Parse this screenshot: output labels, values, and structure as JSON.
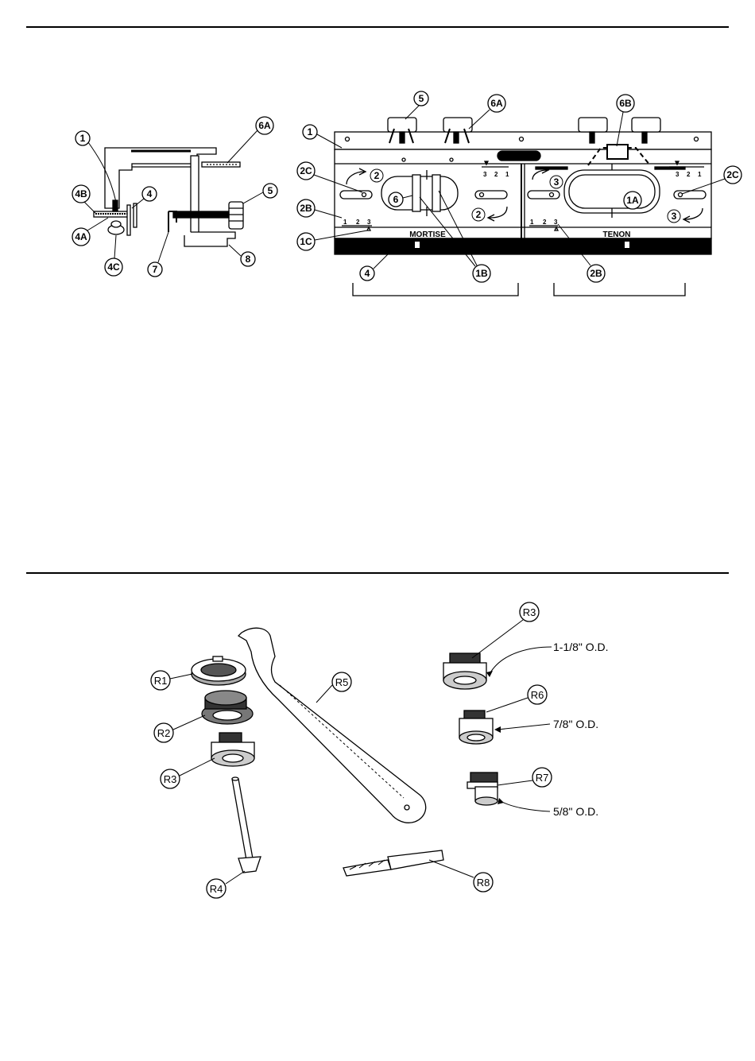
{
  "callouts": {
    "c1": "1",
    "c6A": "6A",
    "c4B": "4B",
    "c4": "4",
    "c5": "5",
    "c4A": "4A",
    "c4C": "4C",
    "c7": "7",
    "c8": "8"
  },
  "front_callouts": {
    "c5": "5",
    "c6A": "6A",
    "c6B": "6B",
    "c1": "1",
    "c2C_left": "2C",
    "c2C_right": "2C",
    "c2B": "2B",
    "c1C": "1C",
    "c4": "4",
    "c1B": "1B",
    "c2B_bottom": "2B",
    "c1A": "1A",
    "c6": "6",
    "step2_top": "2",
    "step2_bottom": "2",
    "step3_top": "3",
    "step3_bottom": "3"
  },
  "panels": {
    "mortise": "MORTISE",
    "tenon": "TENON"
  },
  "scales": {
    "mortise_left": [
      "1",
      "2",
      "3"
    ],
    "tenon_left": [
      "1",
      "2",
      "3"
    ],
    "mortise_right": [
      "3",
      "2",
      "1"
    ],
    "tenon_right": [
      "3",
      "2",
      "1"
    ]
  },
  "parts": {
    "r1": "R1",
    "r2": "R2",
    "r3_left": "R3",
    "r4": "R4",
    "r5": "R5",
    "r3_right": "R3",
    "r6": "R6",
    "r7": "R7",
    "r8": "R8"
  },
  "od_labels": {
    "r3": "1-1/8\" O.D.",
    "r6": "7/8\" O.D.",
    "r7": "5/8\" O.D."
  }
}
